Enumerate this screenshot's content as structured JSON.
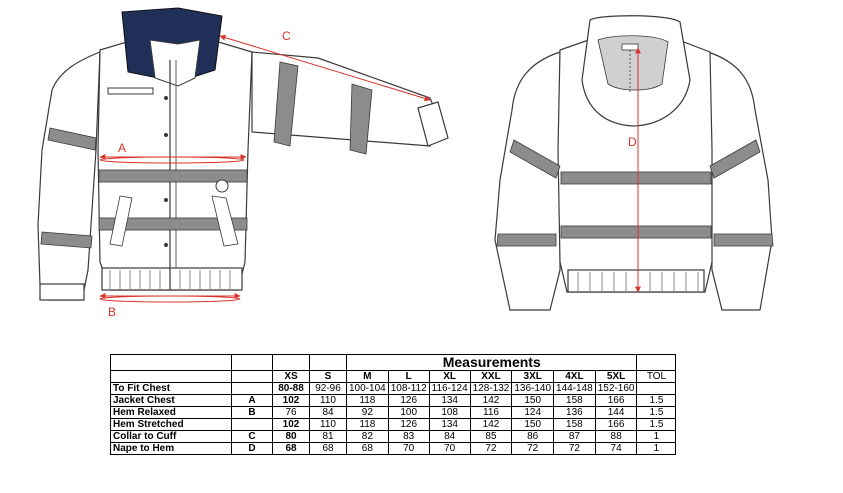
{
  "diagram": {
    "labels": {
      "a": "A",
      "b": "B",
      "c": "C",
      "d": "D"
    },
    "colors": {
      "outline": "#3a3a3a",
      "tape": "#8c8c8c",
      "collar": "#1f2f57",
      "arrow": "#d9342b",
      "hood_lining": "#d0d0d0"
    }
  },
  "table": {
    "title": "Measurements",
    "sizes": [
      "XS",
      "S",
      "M",
      "L",
      "XL",
      "XXL",
      "3XL",
      "4XL",
      "5XL"
    ],
    "tol_header": "TOL",
    "rows": [
      {
        "label": "To Fit Chest",
        "code": "",
        "values": [
          "80-88",
          "92-96",
          "100-104",
          "108-112",
          "116-124",
          "128-132",
          "136-140",
          "144-148",
          "152-160"
        ],
        "tol": ""
      },
      {
        "label": "Jacket Chest",
        "code": "A",
        "values": [
          "102",
          "110",
          "118",
          "126",
          "134",
          "142",
          "150",
          "158",
          "166"
        ],
        "tol": "1.5"
      },
      {
        "label": "Hem Relaxed",
        "code": "B",
        "values": [
          "76",
          "84",
          "92",
          "100",
          "108",
          "116",
          "124",
          "136",
          "144"
        ],
        "tol": "1.5"
      },
      {
        "label": "Hem  Stretched",
        "code": "",
        "values": [
          "102",
          "110",
          "118",
          "126",
          "134",
          "142",
          "150",
          "158",
          "166"
        ],
        "tol": "1.5"
      },
      {
        "label": "Collar to Cuff",
        "code": "C",
        "values": [
          "80",
          "81",
          "82",
          "83",
          "84",
          "85",
          "86",
          "87",
          "88"
        ],
        "tol": "1"
      },
      {
        "label": "Nape to Hem",
        "code": "D",
        "values": [
          "68",
          "68",
          "68",
          "70",
          "70",
          "72",
          "72",
          "72",
          "74"
        ],
        "tol": "1"
      }
    ]
  }
}
